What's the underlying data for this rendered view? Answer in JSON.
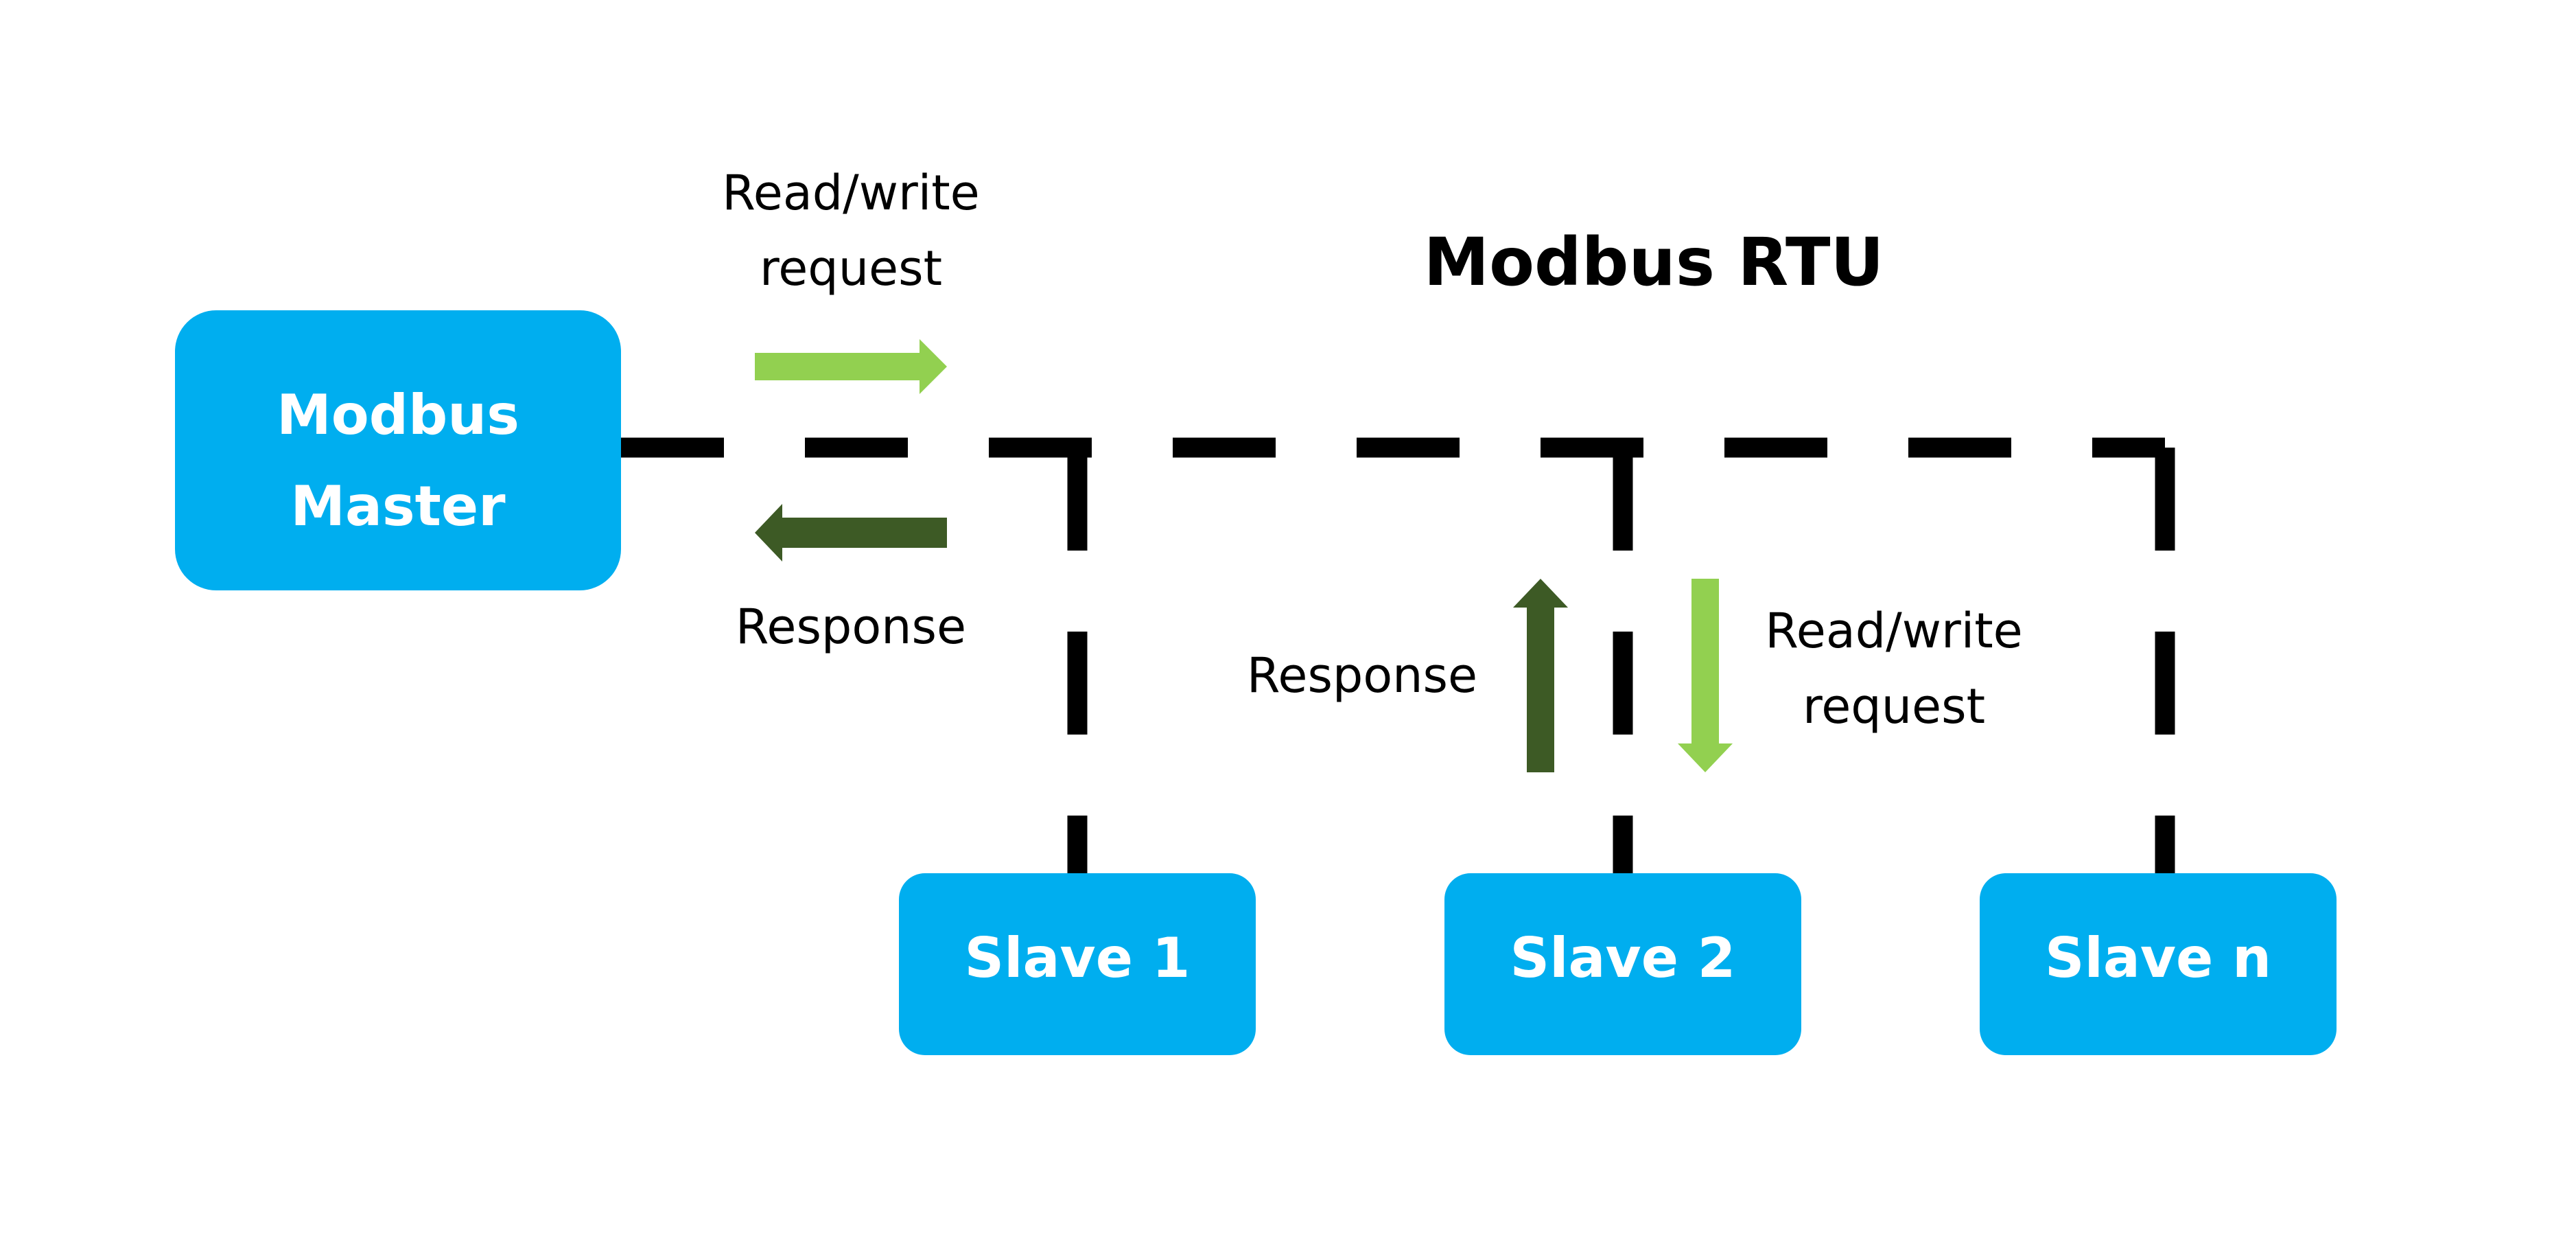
{
  "diagram": {
    "title": "Modbus RTU",
    "master": {
      "line1": "Modbus",
      "line2": "Master"
    },
    "slaves": [
      "Slave 1",
      "Slave 2",
      "Slave n"
    ],
    "master_link": {
      "request_line1": "Read/write",
      "request_line2": "request",
      "response": "Response"
    },
    "slave_link": {
      "response": "Response",
      "request_line1": "Read/write",
      "request_line2": "request"
    }
  },
  "colors": {
    "box": "#00aeef",
    "box_text": "#ffffff",
    "request_arrow": "#92d050",
    "response_arrow": "#3d5a25",
    "bus_line": "#000000"
  }
}
